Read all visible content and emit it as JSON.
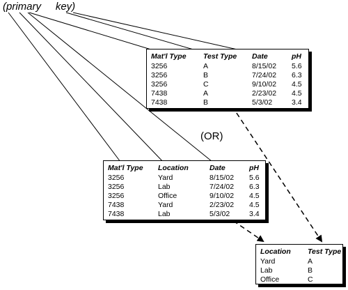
{
  "primary_key_label": "(primary     key)",
  "or_label": "(OR)",
  "table1": {
    "headers": [
      "Mat'l  Type",
      "Test Type",
      "Date",
      "pH"
    ],
    "rows": [
      [
        "3256",
        "A",
        "8/15/02",
        "5.6"
      ],
      [
        "3256",
        "B",
        "7/24/02",
        "6.3"
      ],
      [
        "3256",
        "C",
        "9/10/02",
        "4.5"
      ],
      [
        "7438",
        "A",
        "2/23/02",
        "4.5"
      ],
      [
        "7438",
        "B",
        "5/3/02",
        "3.4"
      ]
    ]
  },
  "table2": {
    "headers": [
      "Mat'l  Type",
      "Location",
      "Date",
      "pH"
    ],
    "rows": [
      [
        "3256",
        "Yard",
        "8/15/02",
        "5.6"
      ],
      [
        "3256",
        "Lab",
        "7/24/02",
        "6.3"
      ],
      [
        "3256",
        "Office",
        "9/10/02",
        "4.5"
      ],
      [
        "7438",
        "Yard",
        "2/23/02",
        "4.5"
      ],
      [
        "7438",
        "Lab",
        "5/3/02",
        "3.4"
      ]
    ]
  },
  "table3": {
    "headers": [
      "Location",
      "Test Type"
    ],
    "rows": [
      [
        "Yard",
        "A"
      ],
      [
        "Lab",
        "B"
      ],
      [
        "Office",
        "C"
      ]
    ]
  },
  "colors": {
    "line": "#000000",
    "background": "#ffffff"
  }
}
